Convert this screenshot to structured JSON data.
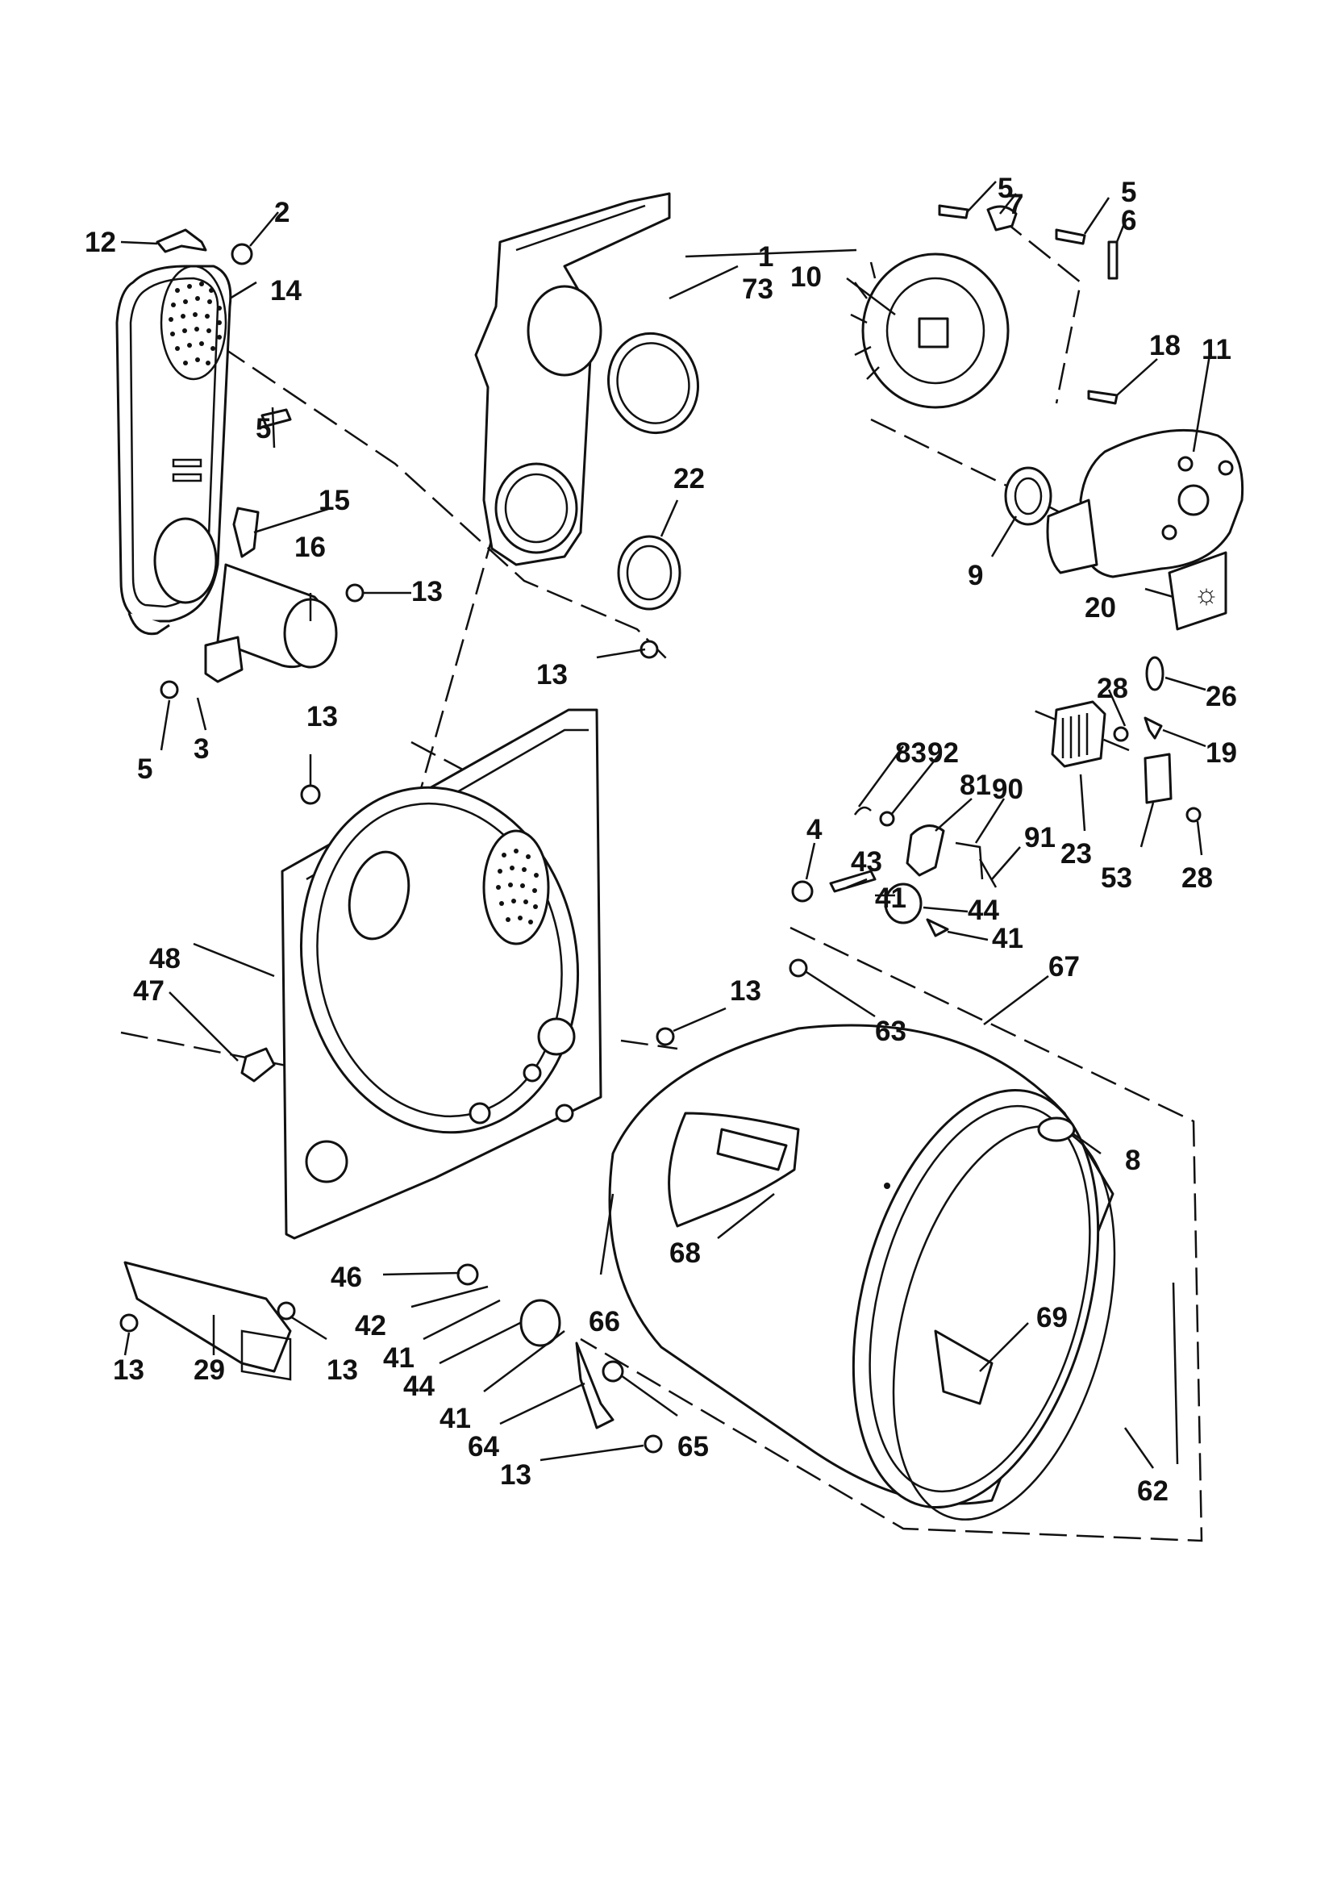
{
  "diagram": {
    "callouts": [
      {
        "id": "c-1",
        "text": "1"
      },
      {
        "id": "c-2",
        "text": "2"
      },
      {
        "id": "c-3",
        "text": "3"
      },
      {
        "id": "c-4",
        "text": "4"
      },
      {
        "id": "c-5a",
        "text": "5"
      },
      {
        "id": "c-5b",
        "text": "5"
      },
      {
        "id": "c-5c",
        "text": "5"
      },
      {
        "id": "c-5d",
        "text": "5"
      },
      {
        "id": "c-6",
        "text": "6"
      },
      {
        "id": "c-7",
        "text": "7"
      },
      {
        "id": "c-8",
        "text": "8"
      },
      {
        "id": "c-9",
        "text": "9"
      },
      {
        "id": "c-10",
        "text": "10"
      },
      {
        "id": "c-11",
        "text": "11"
      },
      {
        "id": "c-12",
        "text": "12"
      },
      {
        "id": "c-13a",
        "text": "13"
      },
      {
        "id": "c-13b",
        "text": "13"
      },
      {
        "id": "c-13c",
        "text": "13"
      },
      {
        "id": "c-13d",
        "text": "13"
      },
      {
        "id": "c-13e",
        "text": "13"
      },
      {
        "id": "c-13f",
        "text": "13"
      },
      {
        "id": "c-13g",
        "text": "13"
      },
      {
        "id": "c-14",
        "text": "14"
      },
      {
        "id": "c-15",
        "text": "15"
      },
      {
        "id": "c-16",
        "text": "16"
      },
      {
        "id": "c-18",
        "text": "18"
      },
      {
        "id": "c-19",
        "text": "19"
      },
      {
        "id": "c-20",
        "text": "20"
      },
      {
        "id": "c-22",
        "text": "22"
      },
      {
        "id": "c-23",
        "text": "23"
      },
      {
        "id": "c-26",
        "text": "26"
      },
      {
        "id": "c-28a",
        "text": "28"
      },
      {
        "id": "c-28b",
        "text": "28"
      },
      {
        "id": "c-29",
        "text": "29"
      },
      {
        "id": "c-41a",
        "text": "41"
      },
      {
        "id": "c-41b",
        "text": "41"
      },
      {
        "id": "c-41c",
        "text": "41"
      },
      {
        "id": "c-41d",
        "text": "41"
      },
      {
        "id": "c-42",
        "text": "42"
      },
      {
        "id": "c-43",
        "text": "43"
      },
      {
        "id": "c-44a",
        "text": "44"
      },
      {
        "id": "c-44b",
        "text": "44"
      },
      {
        "id": "c-46",
        "text": "46"
      },
      {
        "id": "c-47",
        "text": "47"
      },
      {
        "id": "c-48",
        "text": "48"
      },
      {
        "id": "c-53",
        "text": "53"
      },
      {
        "id": "c-62",
        "text": "62"
      },
      {
        "id": "c-63",
        "text": "63"
      },
      {
        "id": "c-64",
        "text": "64"
      },
      {
        "id": "c-65",
        "text": "65"
      },
      {
        "id": "c-66",
        "text": "66"
      },
      {
        "id": "c-67",
        "text": "67"
      },
      {
        "id": "c-68",
        "text": "68"
      },
      {
        "id": "c-69",
        "text": "69"
      },
      {
        "id": "c-73",
        "text": "73"
      },
      {
        "id": "c-81",
        "text": "81"
      },
      {
        "id": "c-83",
        "text": "83"
      },
      {
        "id": "c-90",
        "text": "90"
      },
      {
        "id": "c-91",
        "text": "91"
      },
      {
        "id": "c-92",
        "text": "92"
      }
    ]
  }
}
